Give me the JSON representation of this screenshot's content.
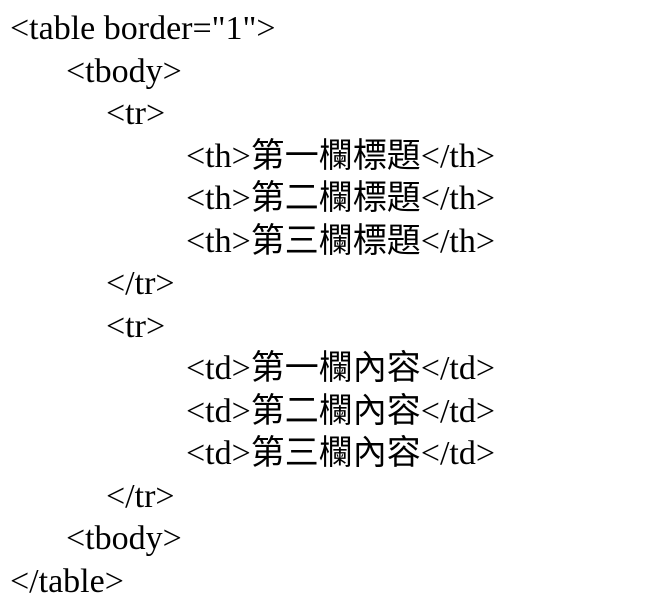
{
  "code_block": {
    "language": "html-source-listing",
    "colors": {
      "text": "#000000",
      "background": "#ffffff"
    },
    "lines": [
      {
        "indent": 0,
        "text": "<table border=\"1\">"
      },
      {
        "indent": 1,
        "text": "<tbody>"
      },
      {
        "indent": 2,
        "text": "<tr>"
      },
      {
        "indent": 3,
        "text": "<th>第一欄標題</th>"
      },
      {
        "indent": 3,
        "text": "<th>第二欄標題</th>"
      },
      {
        "indent": 3,
        "text": "<th>第三欄標題</th>"
      },
      {
        "indent": 2,
        "text": "</tr>"
      },
      {
        "indent": 2,
        "text": "<tr>"
      },
      {
        "indent": 3,
        "text": "<td>第一欄內容</td>"
      },
      {
        "indent": 3,
        "text": "<td>第二欄內容</td>"
      },
      {
        "indent": 3,
        "text": "<td>第三欄內容</td>"
      },
      {
        "indent": 2,
        "text": "</tr>"
      },
      {
        "indent": 1,
        "text": "<tbody>"
      },
      {
        "indent": 0,
        "text": "</table>"
      }
    ]
  }
}
